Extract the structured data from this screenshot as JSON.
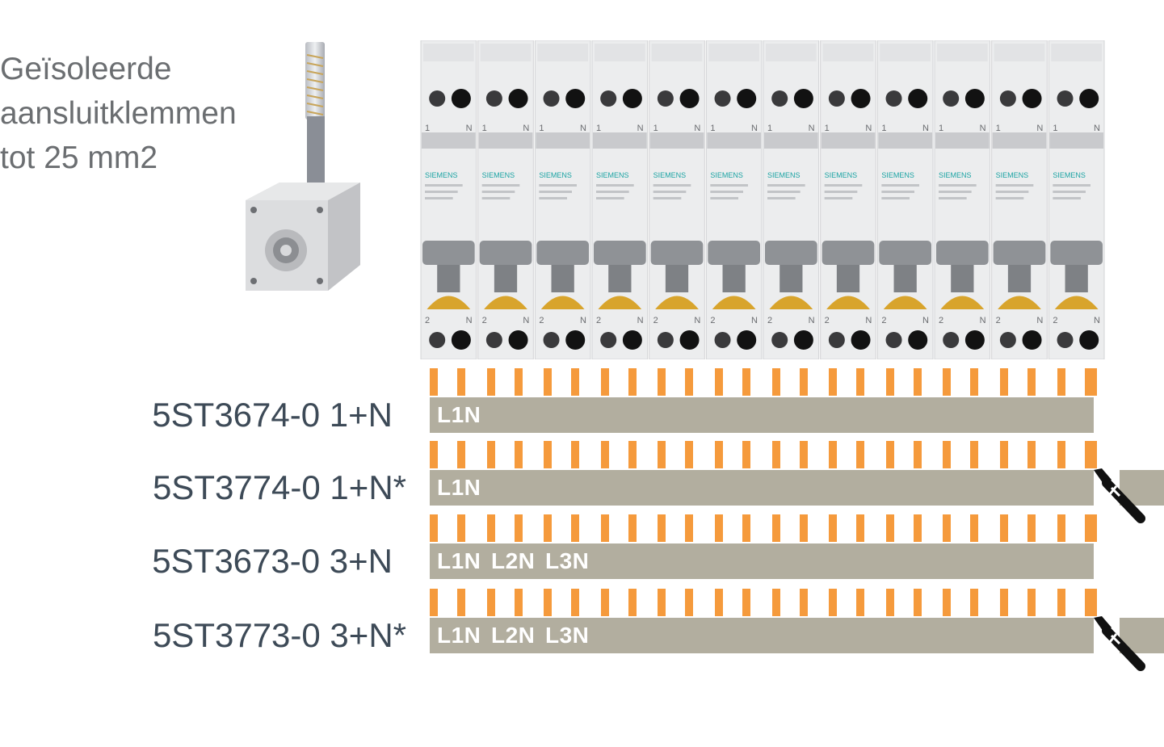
{
  "caption": {
    "lines": [
      "Geïsoleerde",
      "aansluitklemmen",
      "tot 25 mm2"
    ]
  },
  "breakers": {
    "brand": "SIEMENS",
    "count": 12,
    "top_terminal": "1",
    "bottom_terminal": "2",
    "neutral": "N"
  },
  "rails": [
    {
      "label": "5ST3674-0 1+N",
      "phases": [
        "L1N"
      ],
      "cut": false
    },
    {
      "label": "5ST3774-0 1+N*",
      "phases": [
        "L1N"
      ],
      "cut": true
    },
    {
      "label": "5ST3673-0 3+N",
      "phases": [
        "L1N",
        "L2N",
        "L3N"
      ],
      "cut": false
    },
    {
      "label": "5ST3773-0 3+N*",
      "phases": [
        "L1N",
        "L2N",
        "L3N"
      ],
      "cut": true
    }
  ],
  "colors": {
    "busbar": "#b2ae9f",
    "pins": "#f59a3c",
    "label": "#3d4a57",
    "caption": "#6b6e71"
  },
  "icons": [
    "connection-terminal",
    "circuit-breaker",
    "cutter-icon"
  ]
}
